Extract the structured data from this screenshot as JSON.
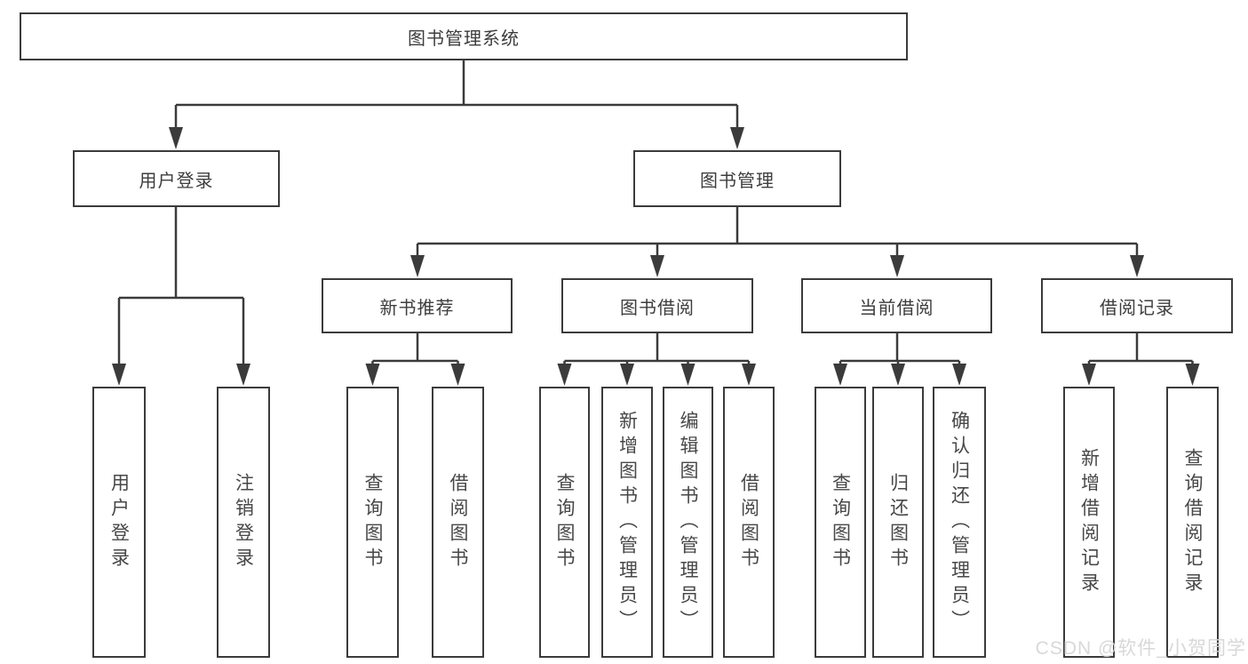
{
  "diagram": {
    "root": {
      "label": "图书管理系统"
    },
    "branches": {
      "user_login": {
        "label": "用户登录",
        "children": [
          "用户登录",
          "注销登录"
        ]
      },
      "book_mgmt": {
        "label": "图书管理",
        "sections": {
          "new_books": {
            "label": "新书推荐",
            "children": [
              "查询图书",
              "借阅图书"
            ]
          },
          "book_borrow": {
            "label": "图书借阅",
            "children": [
              "查询图书",
              "新增图书（管理员）",
              "编辑图书（管理员）",
              "借阅图书"
            ]
          },
          "current_borrow": {
            "label": "当前借阅",
            "children": [
              "查询图书",
              "归还图书",
              "确认归还（管理员）"
            ]
          },
          "borrow_records": {
            "label": "借阅记录",
            "children": [
              "新增借阅记录",
              "查询借阅记录"
            ]
          }
        }
      }
    },
    "line_color": "#3b3b3b"
  },
  "watermark": {
    "text": "CSDN @软件_小贺同学"
  }
}
